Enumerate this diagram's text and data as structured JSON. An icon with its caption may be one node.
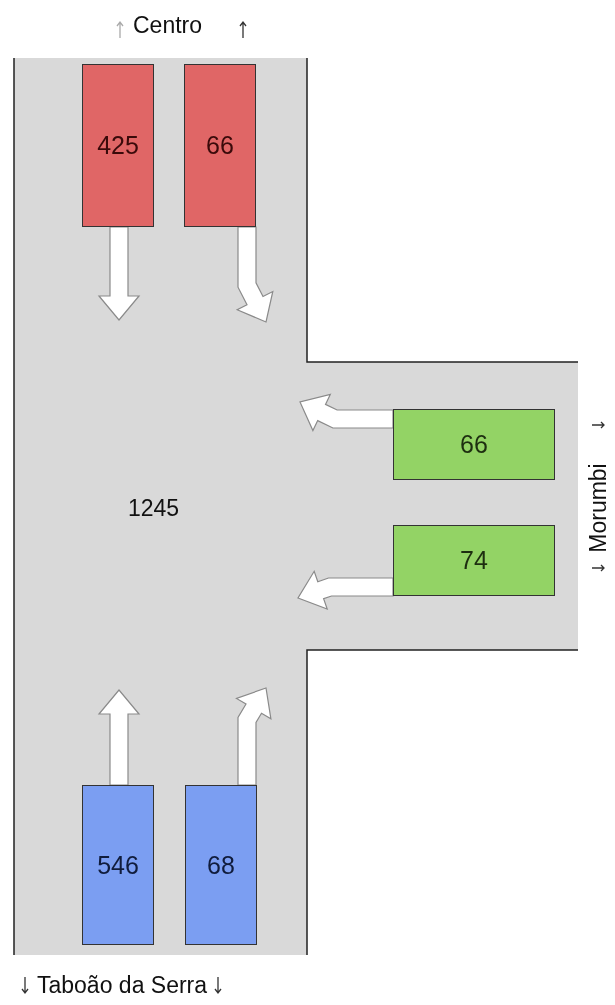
{
  "diagram": {
    "nodes": [
      {
        "text": [
          "425"
        ]
      },
      {
        "text": [
          "66"
        ]
      },
      {
        "text": [
          "66"
        ]
      },
      {
        "text": [
          "74"
        ]
      },
      {
        "text": [
          "546"
        ]
      },
      {
        "text": [
          "68"
        ]
      }
    ],
    "edges": [
      {
        "from": 0,
        "to": null,
        "arrow": "to"
      },
      {
        "from": 1,
        "to": null,
        "arrow": "to"
      },
      {
        "from": 2,
        "to": null,
        "arrow": "to"
      },
      {
        "from": 3,
        "to": null,
        "arrow": "to"
      },
      {
        "from": 4,
        "to": null,
        "arrow": "to"
      },
      {
        "from": 5,
        "to": null,
        "arrow": "to"
      }
    ],
    "labels": [
      "Centro",
      "Morumbi",
      "1245",
      "Taboão da Serra"
    ]
  }
}
